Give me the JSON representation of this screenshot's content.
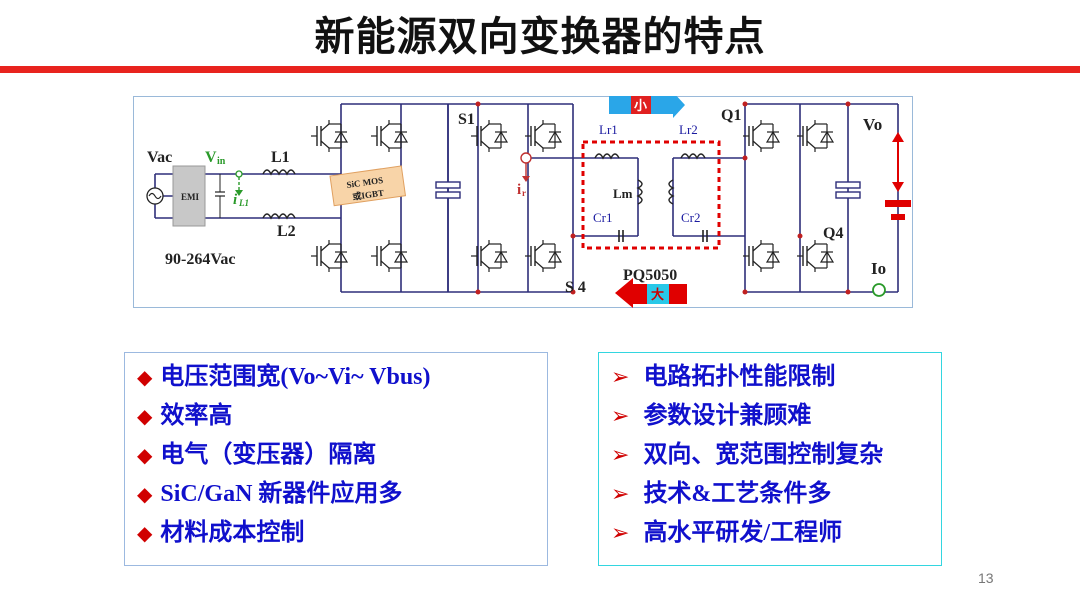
{
  "title": "新能源双向变换器的特点",
  "page_number": "13",
  "colors": {
    "title_rule": "#e8231e",
    "bullet": "#d00000",
    "text": "#1010cc",
    "green": "#2a9a2a"
  },
  "diagram": {
    "vac": "Vac",
    "vin_main": "V",
    "vin_sub": "in",
    "l1": "L1",
    "l2": "L2",
    "emi": "EMI",
    "il1_main": "i",
    "il1_sub": "L1",
    "input_range": "90-264Vac",
    "sic_line1": "SiC MOS",
    "sic_line2": "或IGBT",
    "s1": "S1",
    "s4": "S 4",
    "ir_main": "i",
    "ir_sub": "r",
    "lr1": "Lr1",
    "lr2": "Lr2",
    "lm": "Lm",
    "cr1": "Cr1",
    "cr2": "Cr2",
    "q1": "Q1",
    "q4": "Q4",
    "vo": "Vo",
    "io": "Io",
    "part": "PQ5050",
    "small": "小",
    "large": "大"
  },
  "left_items": [
    "电压范围宽(Vo~Vi~ Vbus)",
    "效率高",
    "电气（变压器）隔离",
    "SiC/GaN 新器件应用多",
    "材料成本控制"
  ],
  "right_items": [
    "电路拓扑性能限制",
    "参数设计兼顾难",
    "双向、宽范围控制复杂",
    "技术&工艺条件多",
    "高水平研发/工程师"
  ]
}
